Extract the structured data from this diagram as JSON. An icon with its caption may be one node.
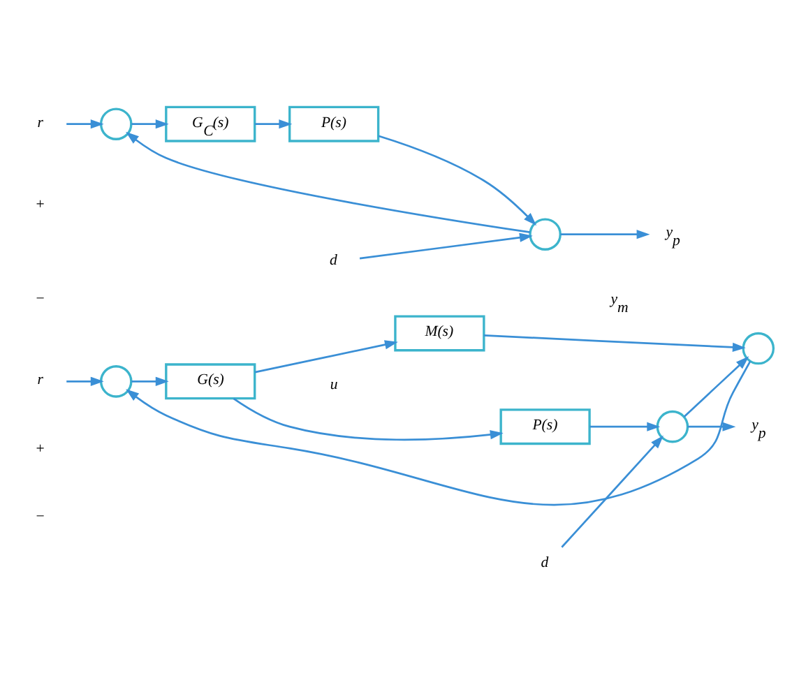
{
  "diagram": {
    "nodes": [
      {
        "text": [
          "r"
        ]
      },
      {
        "text": [],
        "shape": "circle"
      },
      {
        "text": [
          "G(s)"
        ]
      },
      {
        "text": [
          "P(s)"
        ]
      },
      {
        "text": [
          "d"
        ]
      },
      {
        "text": [],
        "shape": "circle"
      },
      {
        "text": [
          "y$_{p}$"
        ]
      },
      {
        "text": [
          "M(s)"
        ]
      },
      {
        "text": [],
        "shape": "circle"
      },
      {
        "text": [
          "r"
        ]
      },
      {
        "text": [],
        "shape": "circle"
      },
      {
        "text": [
          "G$_{C}$(s)"
        ]
      },
      {
        "text": [
          "P(s)"
        ]
      },
      {
        "text": [
          "d"
        ]
      },
      {
        "text": [],
        "shape": "circle"
      },
      {
        "text": [
          "y$_{p}$"
        ]
      }
    ],
    "edges": [
      {
        "from": 0,
        "to": 1,
        "arrow": "to"
      },
      {
        "from": 1,
        "to": 2,
        "arrow": "to"
      },
      {
        "from": 2,
        "to": 3,
        "arrow": "to",
        "label": "u"
      },
      {
        "from": 2,
        "to": 7,
        "arrow": "to"
      },
      {
        "from": 4,
        "to": 5,
        "arrow": "to"
      },
      {
        "from": 3,
        "to": 5,
        "arrow": "to"
      },
      {
        "from": 5,
        "to": 6,
        "arrow": "to"
      },
      {
        "from": 5,
        "to": 8,
        "arrow": "to"
      },
      {
        "from": 7,
        "to": 8,
        "arrow": "to",
        "label": "y$_{m}$"
      },
      {
        "from": 8,
        "to": 1,
        "arrow": "to"
      },
      {
        "from": 9,
        "to": 10,
        "arrow": "to"
      },
      {
        "from": 10,
        "to": 11,
        "arrow": "to"
      },
      {
        "from": 11,
        "to": 12,
        "arrow": "to"
      },
      {
        "from": 12,
        "to": 14,
        "arrow": "to"
      },
      {
        "from": 13,
        "to": 14,
        "arrow": "to"
      },
      {
        "from": 14,
        "to": 15,
        "arrow": "to"
      },
      {
        "from": 14,
        "to": 10,
        "arrow": "to"
      }
    ],
    "labels": [
      "+",
      "−",
      "+",
      "−"
    ]
  }
}
